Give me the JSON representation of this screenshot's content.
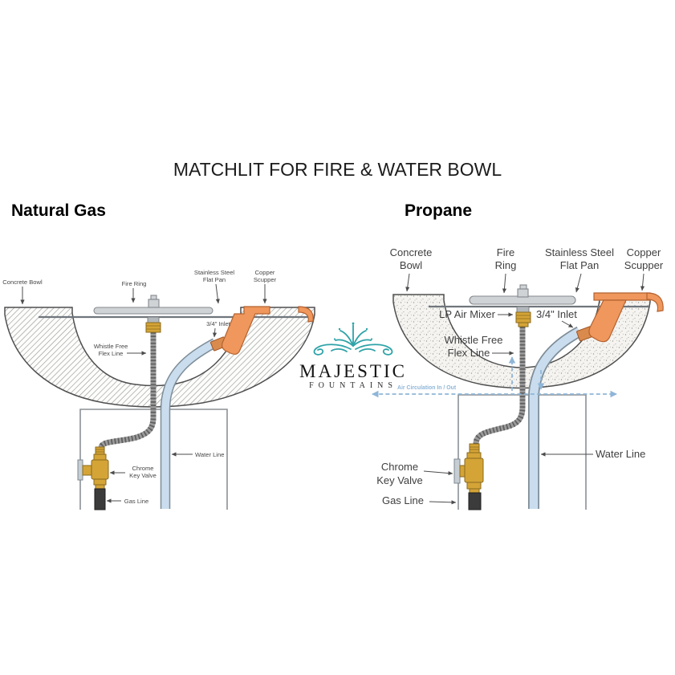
{
  "page": {
    "title": "MATCHLIT FOR FIRE & WATER BOWL"
  },
  "logo": {
    "name": "MAJESTIC",
    "subtitle": "FOUNTAINS"
  },
  "left_diagram": {
    "heading": "Natural Gas",
    "labels": {
      "concrete_bowl": "Concrete Bowl",
      "fire_ring": "Fire Ring",
      "flat_pan_1": "Stainless Steel",
      "flat_pan_2": "Flat Pan",
      "scupper_1": "Copper",
      "scupper_2": "Scupper",
      "inlet": "3/4\" Inlet",
      "flex_1": "Whistle Free",
      "flex_2": "Flex Line",
      "water_line": "Water Line",
      "valve_1": "Chrome",
      "valve_2": "Key Valve",
      "gas_line": "Gas Line"
    }
  },
  "right_diagram": {
    "heading": "Propane",
    "labels": {
      "concrete_1": "Concrete",
      "concrete_2": "Bowl",
      "fire_1": "Fire",
      "fire_2": "Ring",
      "flat_pan_1": "Stainless Steel",
      "flat_pan_2": "Flat Pan",
      "scupper_1": "Copper",
      "scupper_2": "Scupper",
      "lp_air_mixer": "LP Air Mixer",
      "inlet": "3/4\" Inlet",
      "flex_1": "Whistle Free",
      "flex_2": "Flex Line",
      "air_circulation": "Air Circulation In / Out",
      "water_line": "Water Line",
      "valve_1": "Chrome",
      "valve_2": "Key Valve",
      "gas_line": "Gas Line"
    }
  },
  "colors": {
    "copper": "#ef975c",
    "brass": "#d4a437",
    "water": "#c9ddee",
    "flex": "#9b9b9b",
    "gas": "#3b3b3b",
    "air": "#8fb6d8",
    "logo_teal": "#2ea3a8"
  }
}
